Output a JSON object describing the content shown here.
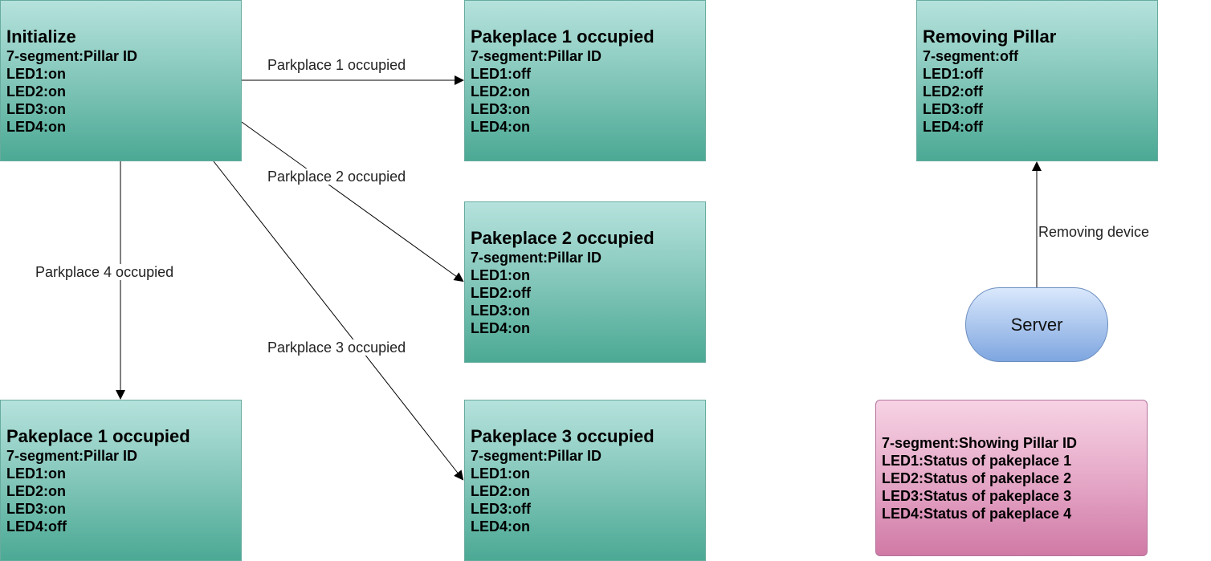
{
  "boxes": [
    {
      "title": "Initialize",
      "lines": [
        "7-segment:Pillar ID",
        "LED1:on",
        "LED2:on",
        "LED3:on",
        "LED4:on"
      ]
    },
    {
      "title": "Pakeplace 1 occupied",
      "lines": [
        "7-segment:Pillar ID",
        "LED1:off",
        "LED2:on",
        "LED3:on",
        "LED4:on"
      ]
    },
    {
      "title": "Removing Pillar",
      "lines": [
        "7-segment:off",
        "LED1:off",
        "LED2:off",
        "LED3:off",
        "LED4:off"
      ]
    },
    {
      "title": "Pakeplace 2 occupied",
      "lines": [
        "7-segment:Pillar ID",
        "LED1:on",
        "LED2:off",
        "LED3:on",
        "LED4:on"
      ]
    },
    {
      "title": "Pakeplace 1 occupied",
      "lines": [
        "7-segment:Pillar ID",
        "LED1:on",
        "LED2:on",
        "LED3:on",
        "LED4:off"
      ]
    },
    {
      "title": "Pakeplace 3 occupied",
      "lines": [
        "7-segment:Pillar ID",
        "LED1:on",
        "LED2:on",
        "LED3:off",
        "LED4:on"
      ]
    }
  ],
  "edge_labels": {
    "e1": "Parkplace 1 occupied",
    "e2": "Parkplace 2 occupied",
    "e3": "Parkplace 3 occupied",
    "e4": "Parkplace 4 occupied",
    "e5": "Removing device"
  },
  "server": {
    "label": "Server"
  },
  "legend": {
    "lines": [
      "7-segment:Showing Pillar ID",
      "LED1:Status of pakeplace 1",
      "LED2:Status of pakeplace 2",
      "LED3:Status of pakeplace 3",
      "LED4:Status of pakeplace 4"
    ]
  },
  "colors": {
    "state_fill": "#4ba994",
    "state_stroke": "#67AB9F",
    "server_fill": "#7ea6e0",
    "legend_fill": "#e6a9c8",
    "edge": "#000000"
  }
}
